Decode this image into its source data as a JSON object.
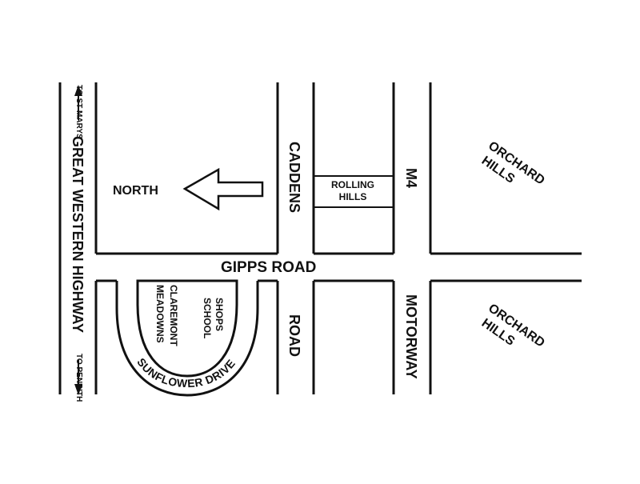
{
  "map": {
    "ink_color": "#111111",
    "background_color": "#ffffff",
    "labels": {
      "highway": "GREAT WESTERN HIGHWAY",
      "to_st_marys": "TO ST MARYS",
      "to_penrith": "TO PENRITH",
      "north": "NORTH",
      "caddens": "CADDENS",
      "road": "ROAD",
      "m4": "M4",
      "motorway": "MOTORWAY",
      "gipps_road": "GIPPS ROAD",
      "rolling_hills_line1": "ROLLING",
      "rolling_hills_line2": "HILLS",
      "orchard_hills_top_line1": "ORCHARD",
      "orchard_hills_top_line2": "HILLS",
      "orchard_hills_bottom_line1": "ORCHARD",
      "orchard_hills_bottom_line2": "HILLS",
      "shops": "SHOPS",
      "school": "SCHOOL",
      "claremont": "CLAREMONT",
      "meadowns": "MEADOWNS",
      "sunflower_drive": "SUNFLOWER DRIVE"
    },
    "icons": [
      "north-arrow-icon",
      "arrow-up-icon",
      "arrow-down-icon"
    ]
  }
}
